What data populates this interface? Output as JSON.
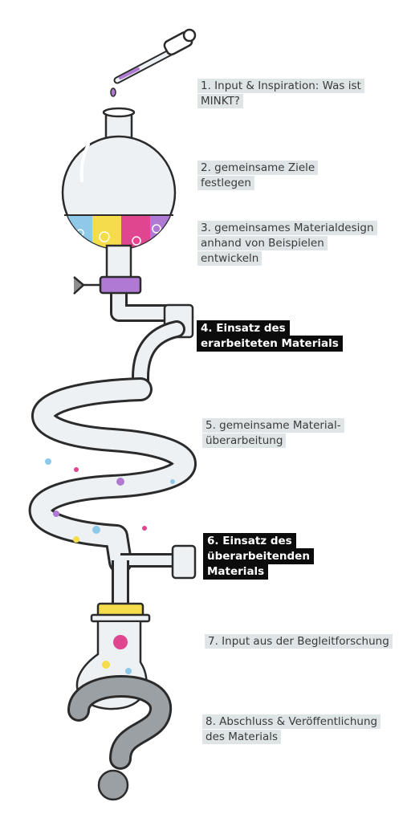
{
  "steps": [
    {
      "text": "1. Input & Inspiration: Was ist MINKT?",
      "highlight": false
    },
    {
      "text": "2.  gemeinsame Ziele festlegen",
      "highlight": false
    },
    {
      "text": "3. gemeinsames Materialdesign anhand von Beispielen entwickeln",
      "highlight": false
    },
    {
      "text": "4. Einsatz des erarbeiteten Materials",
      "highlight": true
    },
    {
      "text": "5. gemeinsame Material-überarbeitung",
      "highlight": false
    },
    {
      "text": "6. Einsatz des überarbeitenden Materials",
      "highlight": true
    },
    {
      "text": "7. Input aus der Begleitforschung",
      "highlight": false
    },
    {
      "text": "8. Abschluss & Veröffentlichung des Materials",
      "highlight": false
    }
  ],
  "colors": {
    "yellow": "#f4dc4a",
    "magenta": "#e0458f",
    "purple": "#b07ad4",
    "blue": "#8fc9ea",
    "outline": "#2b2b2b",
    "glass": "#eef1f3",
    "label_bg": "#dfe5e6"
  },
  "icons": [
    "pipette-icon",
    "round-flask-icon",
    "stopcock-icon",
    "coil-tube-icon",
    "question-mark-icon"
  ]
}
